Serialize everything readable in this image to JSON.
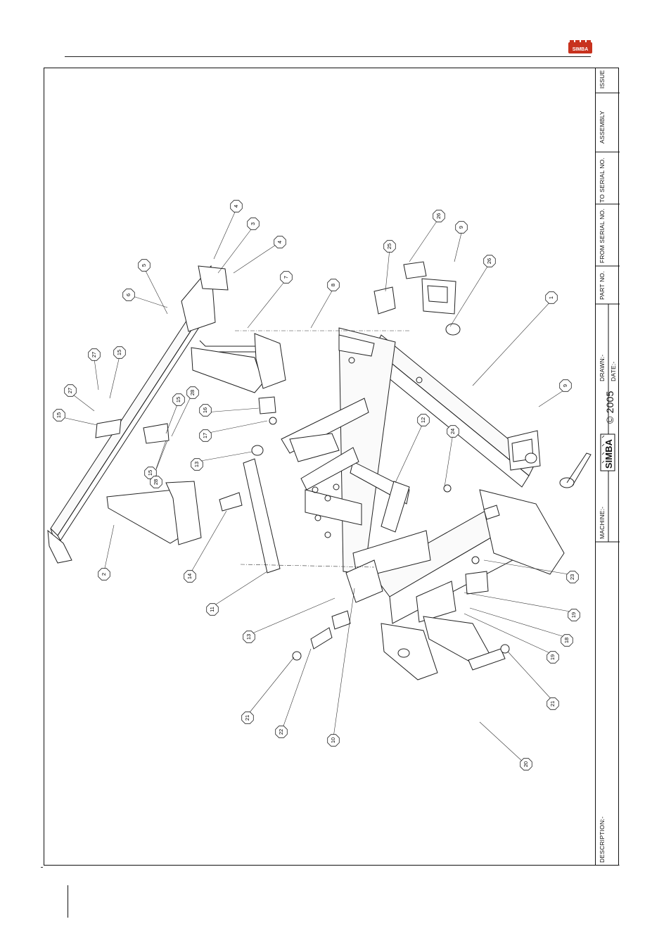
{
  "brand": {
    "logo_text": "SIMBA",
    "accent": "#c8321e"
  },
  "title_block": {
    "issue_label": "ISSUE",
    "assembly_label": "ASSEMBLY",
    "to_serial_label": "TO SERIAL NO.",
    "from_serial_label": "FROM SERIAL NO.",
    "part_no_label": "PART NO.",
    "drawn_label": "DRAWN:-",
    "date_label": "DATE:-",
    "copyright": "© 2005",
    "simba_mark": "SIMBA",
    "machine_label": "MACHINE:-",
    "description_label": "DESCRIPTION:-"
  },
  "callouts": [
    {
      "n": "1"
    },
    {
      "n": "2"
    },
    {
      "n": "3"
    },
    {
      "n": "4"
    },
    {
      "n": "4"
    },
    {
      "n": "5"
    },
    {
      "n": "6"
    },
    {
      "n": "7"
    },
    {
      "n": "8"
    },
    {
      "n": "9"
    },
    {
      "n": "9"
    },
    {
      "n": "10"
    },
    {
      "n": "11"
    },
    {
      "n": "12"
    },
    {
      "n": "13"
    },
    {
      "n": "13"
    },
    {
      "n": "14"
    },
    {
      "n": "15"
    },
    {
      "n": "15"
    },
    {
      "n": "15"
    },
    {
      "n": "15"
    },
    {
      "n": "16"
    },
    {
      "n": "17"
    },
    {
      "n": "18"
    },
    {
      "n": "19"
    },
    {
      "n": "19"
    },
    {
      "n": "20"
    },
    {
      "n": "21"
    },
    {
      "n": "21"
    },
    {
      "n": "22"
    },
    {
      "n": "23"
    },
    {
      "n": "24"
    },
    {
      "n": "25"
    },
    {
      "n": "26"
    },
    {
      "n": "26"
    },
    {
      "n": "27"
    },
    {
      "n": "27"
    },
    {
      "n": "28"
    },
    {
      "n": "28"
    }
  ]
}
